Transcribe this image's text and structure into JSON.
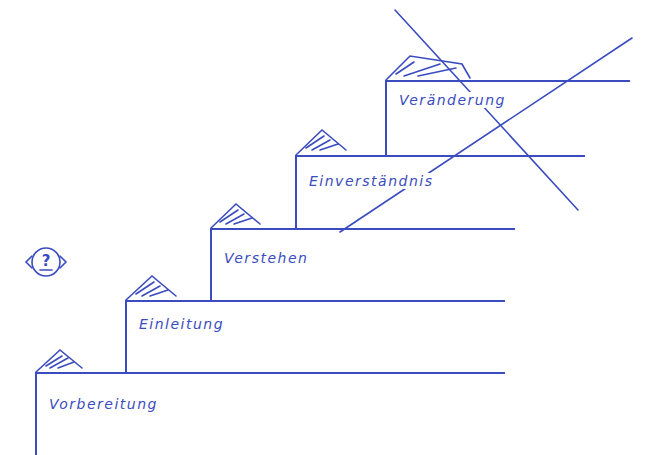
{
  "diagram": {
    "nodes": [
      {
        "text": [
          "Vorbereitung"
        ]
      },
      {
        "text": [
          "Einleitung"
        ]
      },
      {
        "text": [
          "Verstehen"
        ]
      },
      {
        "text": [
          "Einverständnis"
        ]
      },
      {
        "text": [
          "Veränderung"
        ]
      }
    ],
    "labels": [
      "?"
    ]
  }
}
